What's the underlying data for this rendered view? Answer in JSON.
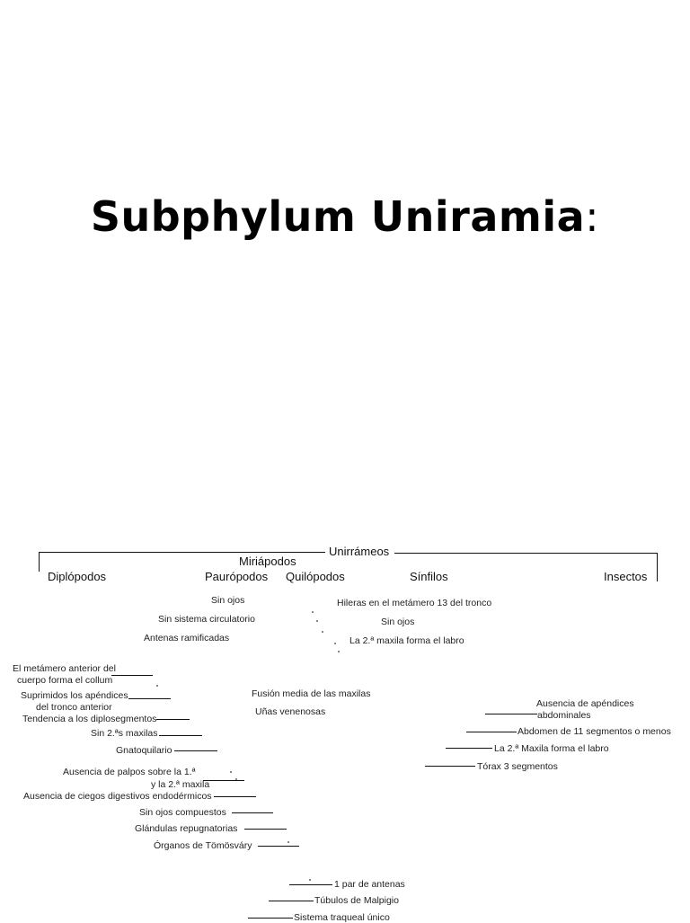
{
  "title": {
    "text": "Subphylum Uniramia",
    "punct": ":"
  },
  "diagram": {
    "root": "Unirrámeos",
    "group": "Miriápodos",
    "taxa": {
      "diplopodos": "Diplópodos",
      "pauropodos": "Paurópodos",
      "quilopodos": "Quilópodos",
      "sinfilos": "Sínfilos",
      "insectos": "Insectos"
    },
    "characters": {
      "sin_ojos_1": "Sin ojos",
      "sin_sistema_circulatorio": "Sin sistema circulatorio",
      "antenas_ramificadas": "Antenas ramificadas",
      "hileras": "Hileras en el metámero 13 del tronco",
      "sin_ojos_2": "Sin ojos",
      "maxila_labro_1": "La 2.ª maxila forma el labro",
      "metamero_1": "El metámero anterior del",
      "metamero_2": "cuerpo forma el collum",
      "suprimidos_1": "Suprimidos los apéndices",
      "suprimidos_2": "del tronco anterior",
      "diplosegmentos": "Tendencia a los diplosegmentos",
      "sin_2_maxilas": "Sin 2.ªs maxilas",
      "gnatoquilario": "Gnatoquilario",
      "fusion": "Fusión media de las maxilas",
      "unas": "Uñas venenosas",
      "ausencia_apendices_1": "Ausencia de apéndices",
      "ausencia_apendices_2": "abdominales",
      "abdomen": "Abdomen de 11 segmentos o menos",
      "maxila_labro_2": "La 2.ª Maxila forma el labro",
      "torax": "Tórax 3 segmentos",
      "palpos_1": "Ausencia de palpos sobre la 1.ª",
      "palpos_2": "y la 2.ª maxila",
      "ciegos": "Ausencia de ciegos digestivos endodérmicos",
      "sin_ojos_compuestos": "Sin ojos compuestos",
      "glandulas": "Glándulas repugnatorias",
      "organos": "Órganos de Tömösváry",
      "par_antenas": "1 par de antenas",
      "tubulos": "Túbulos de Malpigio",
      "sistema_traqueal": "Sistema traqueal único"
    }
  }
}
